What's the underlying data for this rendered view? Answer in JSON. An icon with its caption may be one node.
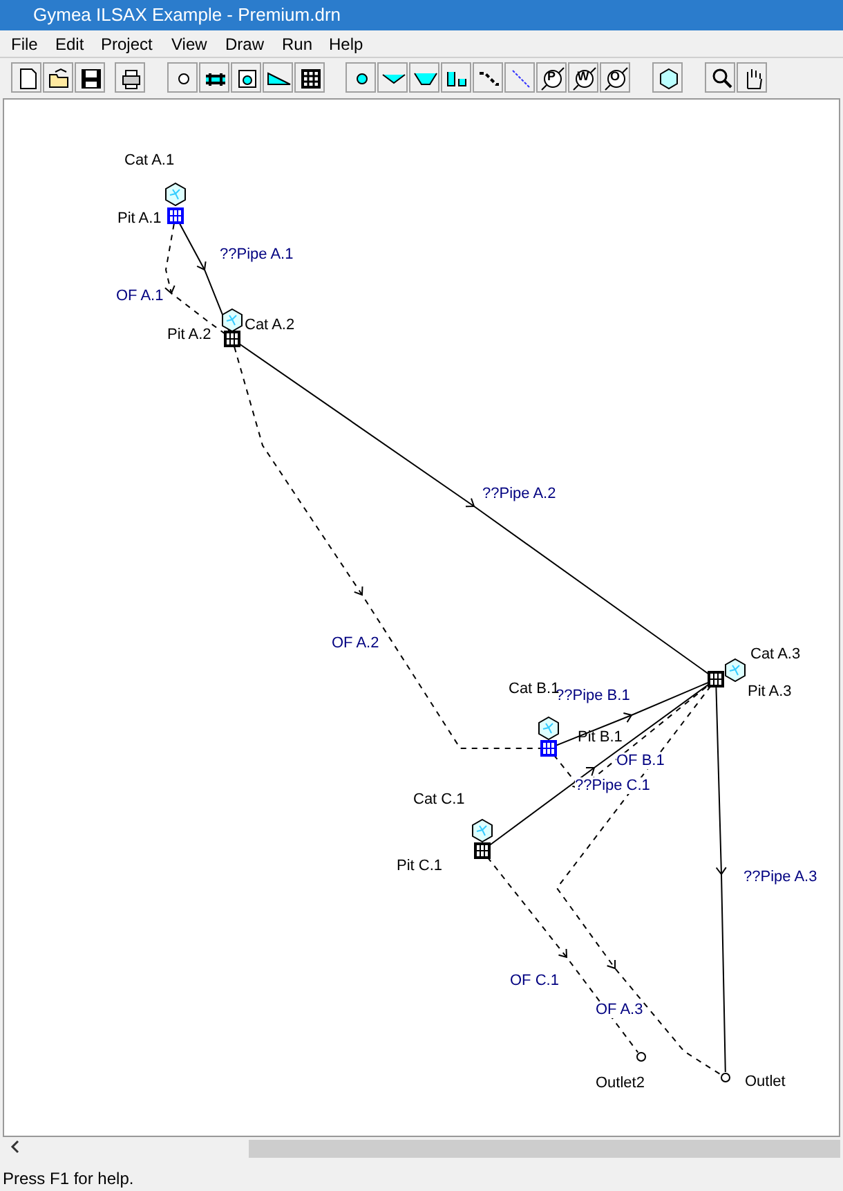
{
  "diagram": {
    "title": "Gymea ILSAX Example - Premium.drn",
    "nodes": [
      {
        "text": [
          "Cat A.1"
        ]
      },
      {
        "text": [
          "Pit A.1"
        ]
      },
      {
        "text": [
          "Cat A.2"
        ]
      },
      {
        "text": [
          "Pit A.2"
        ]
      },
      {
        "text": [
          "Cat A.3"
        ]
      },
      {
        "text": [
          "Pit A.3"
        ]
      },
      {
        "text": [
          "Cat B.1"
        ]
      },
      {
        "text": [
          "Pit B.1"
        ]
      },
      {
        "text": [
          "Cat C.1"
        ]
      },
      {
        "text": [
          "Pit C.1"
        ]
      },
      {
        "text": [
          "Outlet2"
        ]
      },
      {
        "text": [
          "Outlet"
        ]
      }
    ],
    "edges": [
      {
        "from": 1,
        "to": 3,
        "arrow": "to",
        "label": "??Pipe A.1"
      },
      {
        "from": 1,
        "to": 3,
        "arrow": "to",
        "label": "OF A.1",
        "style": "dashed"
      },
      {
        "from": 3,
        "to": 5,
        "arrow": "to",
        "label": "??Pipe A.2"
      },
      {
        "from": 3,
        "to": 7,
        "arrow": "to",
        "label": "OF A.2",
        "style": "dashed"
      },
      {
        "from": 7,
        "to": 5,
        "arrow": "to",
        "label": "??Pipe B.1"
      },
      {
        "from": 7,
        "to": 5,
        "arrow": "to",
        "label": "OF B.1",
        "style": "dashed"
      },
      {
        "from": 9,
        "to": 5,
        "arrow": "to",
        "label": "??Pipe C.1"
      },
      {
        "from": 9,
        "to": 10,
        "arrow": "to",
        "label": "OF C.1",
        "style": "dashed"
      },
      {
        "from": 5,
        "to": 11,
        "arrow": "to",
        "label": "??Pipe A.3"
      },
      {
        "from": 5,
        "to": 11,
        "arrow": "to",
        "label": "OF A.3",
        "style": "dashed"
      }
    ],
    "labels": [
      "File",
      "Edit",
      "Project",
      "View",
      "Draw",
      "Run",
      "Help",
      "P",
      "W",
      "O",
      "Press F1 for help."
    ]
  }
}
